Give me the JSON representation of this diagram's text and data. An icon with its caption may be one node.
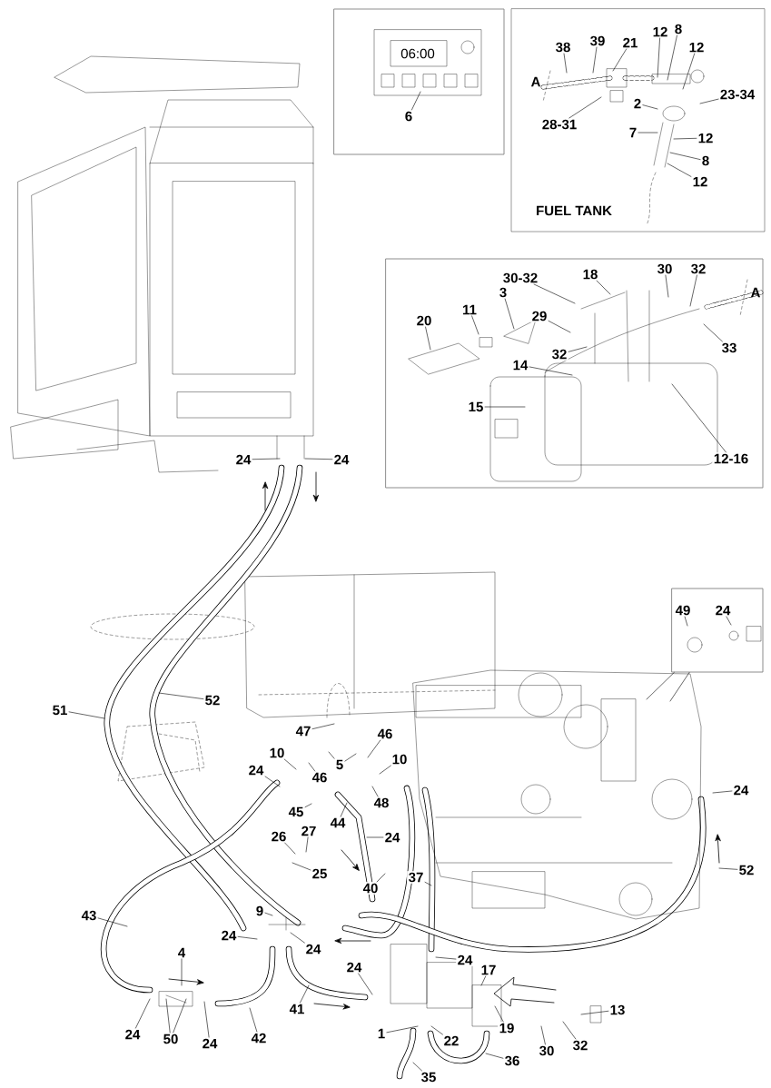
{
  "diagram": {
    "nodes": [
      {
        "text": [],
        "shape": "box"
      },
      {
        "text": [
          "6"
        ],
        "in": 0
      },
      {
        "text": [
          "FUEL TANK"
        ]
      },
      {
        "text": [
          "38"
        ],
        "in": 2
      },
      {
        "text": [
          "39"
        ],
        "in": 2
      },
      {
        "text": [
          "21"
        ],
        "in": 2
      },
      {
        "text": [
          "12"
        ],
        "in": 2
      },
      {
        "text": [
          "8"
        ],
        "in": 2
      },
      {
        "text": [
          "12"
        ],
        "in": 2
      },
      {
        "text": [
          "28-31"
        ],
        "in": 2
      },
      {
        "text": [
          "2"
        ],
        "in": 2
      },
      {
        "text": [
          "23-34"
        ],
        "in": 2
      },
      {
        "text": [
          "7"
        ],
        "in": 2
      },
      {
        "text": [
          "12"
        ],
        "in": 2
      },
      {
        "text": [
          "8"
        ],
        "in": 2
      },
      {
        "text": [
          "12"
        ],
        "in": 2
      },
      {
        "text": [],
        "shape": "box"
      },
      {
        "text": [
          "20"
        ],
        "in": 16
      },
      {
        "text": [
          "11"
        ],
        "in": 16
      },
      {
        "text": [
          "3"
        ],
        "in": 16
      },
      {
        "text": [
          "30-32"
        ],
        "in": 16
      },
      {
        "text": [
          "18"
        ],
        "in": 16
      },
      {
        "text": [
          "29"
        ],
        "in": 16
      },
      {
        "text": [
          "32"
        ],
        "in": 16
      },
      {
        "text": [
          "30"
        ],
        "in": 16
      },
      {
        "text": [
          "32"
        ],
        "in": 16
      },
      {
        "text": [
          "33"
        ],
        "in": 16
      },
      {
        "text": [
          "14"
        ],
        "in": 16
      },
      {
        "text": [
          "15"
        ],
        "in": 16
      },
      {
        "text": [
          "12-16"
        ],
        "in": 16
      },
      {
        "text": [
          "24"
        ]
      },
      {
        "text": [
          "24"
        ]
      },
      {
        "text": [
          "51"
        ]
      },
      {
        "text": [
          "52"
        ]
      },
      {
        "text": [
          "47"
        ]
      },
      {
        "text": [
          "10"
        ]
      },
      {
        "text": [
          "46"
        ]
      },
      {
        "text": [
          "5"
        ]
      },
      {
        "text": [
          "46"
        ]
      },
      {
        "text": [
          "10"
        ]
      },
      {
        "text": [
          "24"
        ]
      },
      {
        "text": [
          "45"
        ]
      },
      {
        "text": [
          "44"
        ]
      },
      {
        "text": [
          "48"
        ]
      },
      {
        "text": [
          "24"
        ]
      },
      {
        "text": [
          "26"
        ]
      },
      {
        "text": [
          "27"
        ]
      },
      {
        "text": [
          "25"
        ]
      },
      {
        "text": [
          "40"
        ]
      },
      {
        "text": [
          "37"
        ]
      },
      {
        "text": [],
        "shape": "box"
      },
      {
        "text": [
          "49"
        ],
        "in": 50
      },
      {
        "text": [
          "24"
        ],
        "in": 50
      },
      {
        "text": [
          "24"
        ]
      },
      {
        "text": [
          "52"
        ]
      },
      {
        "text": [
          "43"
        ]
      },
      {
        "text": [
          "9"
        ]
      },
      {
        "text": [
          "24"
        ]
      },
      {
        "text": [
          "24"
        ]
      },
      {
        "text": [
          "4"
        ]
      },
      {
        "text": [
          "24"
        ]
      },
      {
        "text": [
          "50"
        ]
      },
      {
        "text": [
          "24"
        ]
      },
      {
        "text": [
          "42"
        ]
      },
      {
        "text": [
          "24"
        ]
      },
      {
        "text": [
          "41"
        ]
      },
      {
        "text": [
          "24"
        ]
      },
      {
        "text": [
          "17"
        ]
      },
      {
        "text": [
          "1"
        ]
      },
      {
        "text": [
          "22"
        ]
      },
      {
        "text": [
          "19"
        ]
      },
      {
        "text": [
          "36"
        ]
      },
      {
        "text": [
          "35"
        ]
      },
      {
        "text": [
          "30"
        ]
      },
      {
        "text": [
          "32"
        ]
      },
      {
        "text": [
          "13"
        ]
      }
    ],
    "edges": [
      {
        "from": 1,
        "to": null,
        "arrow": "none"
      },
      {
        "from": 3,
        "to": null,
        "arrow": "none"
      },
      {
        "from": 4,
        "to": null,
        "arrow": "none"
      },
      {
        "from": 5,
        "to": null,
        "arrow": "none"
      },
      {
        "from": 6,
        "to": null,
        "arrow": "none"
      },
      {
        "from": 7,
        "to": null,
        "arrow": "none"
      },
      {
        "from": 8,
        "to": null,
        "arrow": "none"
      },
      {
        "from": 9,
        "to": null,
        "arrow": "none"
      },
      {
        "from": 10,
        "to": null,
        "arrow": "none"
      },
      {
        "from": 11,
        "to": null,
        "arrow": "none"
      },
      {
        "from": 12,
        "to": null,
        "arrow": "none"
      },
      {
        "from": 13,
        "to": null,
        "arrow": "none"
      },
      {
        "from": 14,
        "to": null,
        "arrow": "none"
      },
      {
        "from": 15,
        "to": null,
        "arrow": "none"
      },
      {
        "from": 17,
        "to": null,
        "arrow": "none"
      },
      {
        "from": 18,
        "to": null,
        "arrow": "none"
      },
      {
        "from": 19,
        "to": null,
        "arrow": "none"
      },
      {
        "from": 20,
        "to": null,
        "arrow": "none"
      },
      {
        "from": 21,
        "to": null,
        "arrow": "none"
      },
      {
        "from": 22,
        "to": null,
        "arrow": "none"
      },
      {
        "from": 23,
        "to": null,
        "arrow": "none"
      },
      {
        "from": 24,
        "to": null,
        "arrow": "none"
      },
      {
        "from": 25,
        "to": null,
        "arrow": "none"
      },
      {
        "from": 26,
        "to": null,
        "arrow": "none"
      },
      {
        "from": 27,
        "to": null,
        "arrow": "none"
      },
      {
        "from": 28,
        "to": null,
        "arrow": "none"
      },
      {
        "from": 29,
        "to": null,
        "arrow": "none"
      },
      {
        "from": 30,
        "to": null,
        "arrow": "none"
      },
      {
        "from": 31,
        "to": null,
        "arrow": "none"
      },
      {
        "from": 32,
        "to": null,
        "arrow": "none"
      },
      {
        "from": 33,
        "to": null,
        "arrow": "none"
      },
      {
        "from": 34,
        "to": null,
        "arrow": "none"
      },
      {
        "from": 35,
        "to": null,
        "arrow": "none"
      },
      {
        "from": 36,
        "to": null,
        "arrow": "none"
      },
      {
        "from": 37,
        "to": null,
        "arrow": "none"
      },
      {
        "from": 37,
        "to": null,
        "arrow": "none"
      },
      {
        "from": 38,
        "to": null,
        "arrow": "none"
      },
      {
        "from": 39,
        "to": null,
        "arrow": "none"
      },
      {
        "from": 40,
        "to": null,
        "arrow": "none"
      },
      {
        "from": 41,
        "to": null,
        "arrow": "none"
      },
      {
        "from": 42,
        "to": null,
        "arrow": "none"
      },
      {
        "from": 43,
        "to": null,
        "arrow": "none"
      },
      {
        "from": 44,
        "to": null,
        "arrow": "none"
      },
      {
        "from": 45,
        "to": null,
        "arrow": "none"
      },
      {
        "from": 46,
        "to": null,
        "arrow": "none"
      },
      {
        "from": 47,
        "to": null,
        "arrow": "none"
      },
      {
        "from": 48,
        "to": null,
        "arrow": "none"
      },
      {
        "from": 49,
        "to": null,
        "arrow": "none"
      },
      {
        "from": 50,
        "to": null,
        "arrow": "none"
      },
      {
        "from": 50,
        "to": null,
        "arrow": "none"
      },
      {
        "from": 51,
        "to": null,
        "arrow": "none"
      },
      {
        "from": 52,
        "to": null,
        "arrow": "none"
      },
      {
        "from": 53,
        "to": null,
        "arrow": "none"
      },
      {
        "from": 54,
        "to": null,
        "arrow": "none"
      },
      {
        "from": 55,
        "to": null,
        "arrow": "none"
      },
      {
        "from": 56,
        "to": null,
        "arrow": "none"
      },
      {
        "from": 57,
        "to": null,
        "arrow": "none"
      },
      {
        "from": 58,
        "to": null,
        "arrow": "none"
      },
      {
        "from": 59,
        "to": null,
        "arrow": "none"
      },
      {
        "from": 60,
        "to": null,
        "arrow": "none"
      },
      {
        "from": 61,
        "to": null,
        "arrow": "none"
      },
      {
        "from": 61,
        "to": null,
        "arrow": "none"
      },
      {
        "from": 62,
        "to": null,
        "arrow": "none"
      },
      {
        "from": 63,
        "to": null,
        "arrow": "none"
      },
      {
        "from": 64,
        "to": null,
        "arrow": "none"
      },
      {
        "from": 65,
        "to": null,
        "arrow": "none"
      },
      {
        "from": 66,
        "to": null,
        "arrow": "none"
      },
      {
        "from": 67,
        "to": null,
        "arrow": "none"
      },
      {
        "from": 68,
        "to": null,
        "arrow": "none"
      },
      {
        "from": 69,
        "to": null,
        "arrow": "none"
      },
      {
        "from": 70,
        "to": null,
        "arrow": "none"
      },
      {
        "from": 71,
        "to": null,
        "arrow": "none"
      },
      {
        "from": 72,
        "to": null,
        "arrow": "none"
      },
      {
        "from": 73,
        "to": null,
        "arrow": "none"
      },
      {
        "from": 74,
        "to": null,
        "arrow": "none"
      },
      {
        "from": 75,
        "to": null,
        "arrow": "none"
      }
    ],
    "labels": [
      "06:00",
      "A",
      "A"
    ]
  }
}
